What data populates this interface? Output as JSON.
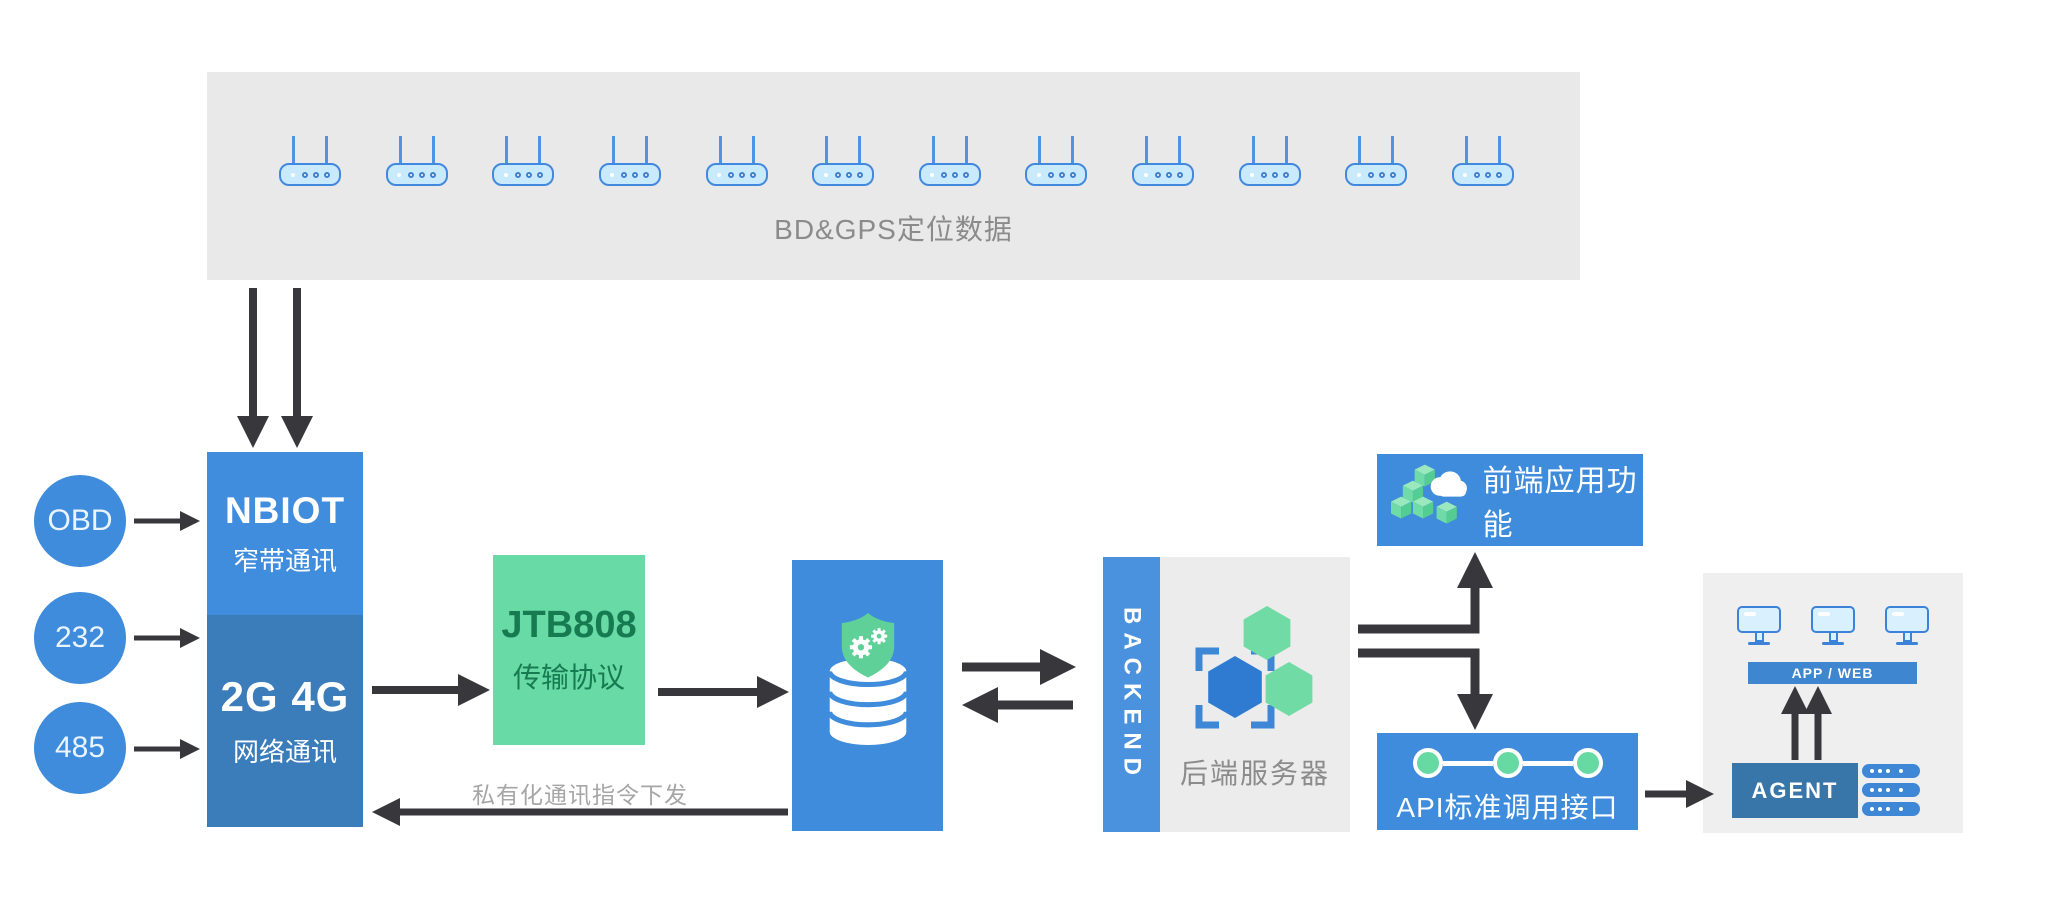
{
  "top_panel": {
    "label": "BD&GPS定位数据",
    "device_count": 12
  },
  "inputs": [
    {
      "label": "OBD"
    },
    {
      "label": "232"
    },
    {
      "label": "485"
    }
  ],
  "gateway": {
    "nbiot_title": "NBIOT",
    "nbiot_subtitle": "窄带通讯",
    "cellular_title": "2G 4G",
    "cellular_subtitle": "网络通讯"
  },
  "protocol_box": {
    "title": "JTB808",
    "subtitle": "传输协议"
  },
  "downlink": {
    "label": "私有化通讯指令下发"
  },
  "backend": {
    "vertical_label": "BACKEND",
    "caption": "后端服务器"
  },
  "frontend_box": {
    "label": "前端应用功能"
  },
  "api_box": {
    "label": "API标准调用接口"
  },
  "client_panel": {
    "app_web_label": "APP / WEB",
    "agent_label": "AGENT",
    "monitor_count": 3,
    "server_count": 3
  },
  "colors": {
    "primary_blue": "#3E8CDB",
    "gateway_lower_blue": "#3B7CBB",
    "backend_bar_blue": "#4A92DE",
    "agent_steel_blue": "#3875A9",
    "server_bar_blue": "#3E86D6",
    "protocol_green": "#68DAA6",
    "protocol_text_green": "#177B51",
    "icon_green": "#5FD098",
    "hex_blue": "#2E7BD1",
    "arrow_dark": "#38383C",
    "panel_gray": "#E9E9E9",
    "client_panel_gray": "#F0EFEF",
    "label_gray": "#8B8B8B",
    "downlink_gray": "#A6A6A6"
  }
}
